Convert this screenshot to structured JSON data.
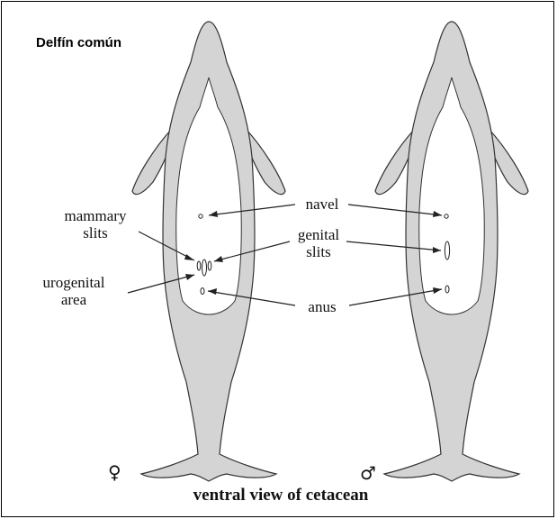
{
  "title": "Delfín común",
  "caption": "ventral view of cetacean",
  "labels": {
    "mammary_slits": [
      "mammary",
      "slits"
    ],
    "urogenital_area": [
      "urogenital",
      "area"
    ],
    "navel": "navel",
    "genital_slits": [
      "genital",
      "slits"
    ],
    "anus": "anus"
  },
  "symbols": {
    "female": "♀",
    "male": "♂"
  },
  "colors": {
    "body_fill": "#d4d4d4",
    "outline": "#333333",
    "belly": "#ffffff"
  }
}
